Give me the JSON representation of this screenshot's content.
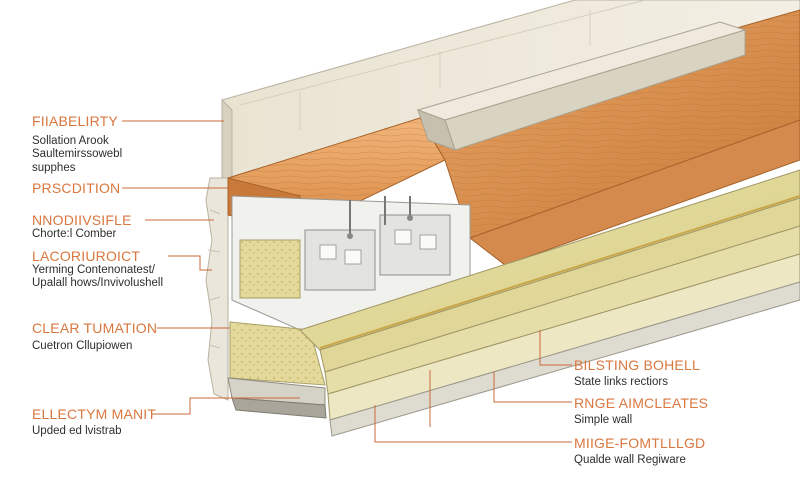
{
  "colors": {
    "accent": "#d9773f",
    "leader": "#c96a3a",
    "text": "#2e2e2e"
  },
  "left_labels": [
    {
      "title": "FIIABELIRTY",
      "lines": [
        "Sollation Arook",
        "Saultemirssowebl",
        "supphes"
      ]
    },
    {
      "title": "PRSCDITION",
      "lines": []
    },
    {
      "title": "NNODIIVSIFLE",
      "lines": [
        "Chorte:l Comber"
      ]
    },
    {
      "title": "LACORIUROICT",
      "lines": [
        "Yerming Contenonatest/",
        "Upalall hows/Invivolushell"
      ]
    },
    {
      "title": "CLEAR TUMATION",
      "lines": [
        "Cuetron Cllupiowen"
      ]
    },
    {
      "title": "ELLECTYM MANIT",
      "lines": [
        "Upded ed lvistrab"
      ]
    }
  ],
  "right_labels": [
    {
      "title": "BILSTING BOHELL",
      "lines": [
        "State links rectiors"
      ]
    },
    {
      "title": "RNGE AIMCLEATES",
      "lines": [
        "Simple wall"
      ]
    },
    {
      "title": "MIIGE-FOMTLLLGD",
      "lines": [
        "Qualde wall Regiware"
      ]
    }
  ]
}
